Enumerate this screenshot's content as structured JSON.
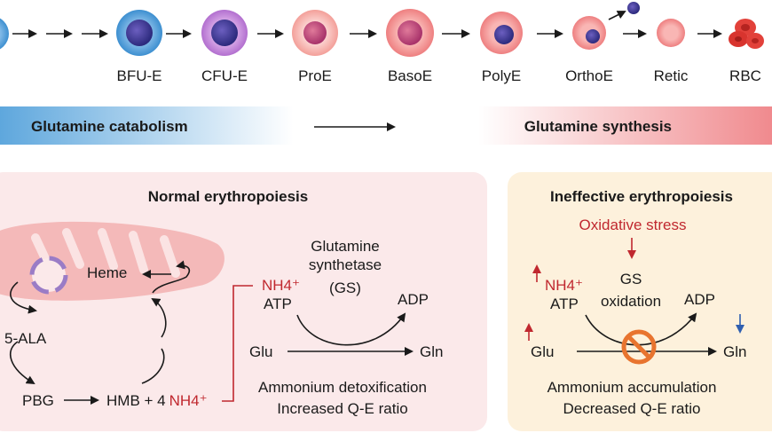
{
  "stages": [
    "BFU-E",
    "CFU-E",
    "ProE",
    "BasoE",
    "PolyE",
    "OrthoE",
    "Retic",
    "RBC"
  ],
  "gradient_bar": {
    "left_label": "Glutamine catabolism",
    "right_label": "Glutamine synthesis",
    "left_color": "#5ea7dd",
    "right_color": "#f08a8e"
  },
  "normal": {
    "title": "Normal erythropoiesis",
    "heme": "Heme",
    "ala": "5-ALA",
    "pbg": "PBG",
    "hmb": "HMB + 4",
    "nh4_hmb": "NH4⁺",
    "enzyme_line1": "Glutamine",
    "enzyme_line2": "synthetase",
    "enzyme_line3": "(GS)",
    "nh4": "NH4⁺",
    "atp": "ATP",
    "adp": "ADP",
    "glu": "Glu",
    "gln": "Gln",
    "caption_line1": "Ammonium detoxification",
    "caption_line2": "Increased Q-E ratio",
    "panel_color": "#fbe9ea"
  },
  "ineffective": {
    "title": "Ineffective erythropoiesis",
    "stress": "Oxidative stress",
    "gs_line1": "GS",
    "gs_line2": "oxidation",
    "nh4": "NH4⁺",
    "atp": "ATP",
    "adp": "ADP",
    "glu": "Glu",
    "gln": "Gln",
    "caption_line1": "Ammonium accumulation",
    "caption_line2": "Decreased Q-E ratio",
    "panel_color": "#fdf1dc"
  },
  "colors": {
    "accent_red": "#c0282f",
    "accent_blue": "#2f5fb0",
    "block_orange": "#e8742f"
  }
}
